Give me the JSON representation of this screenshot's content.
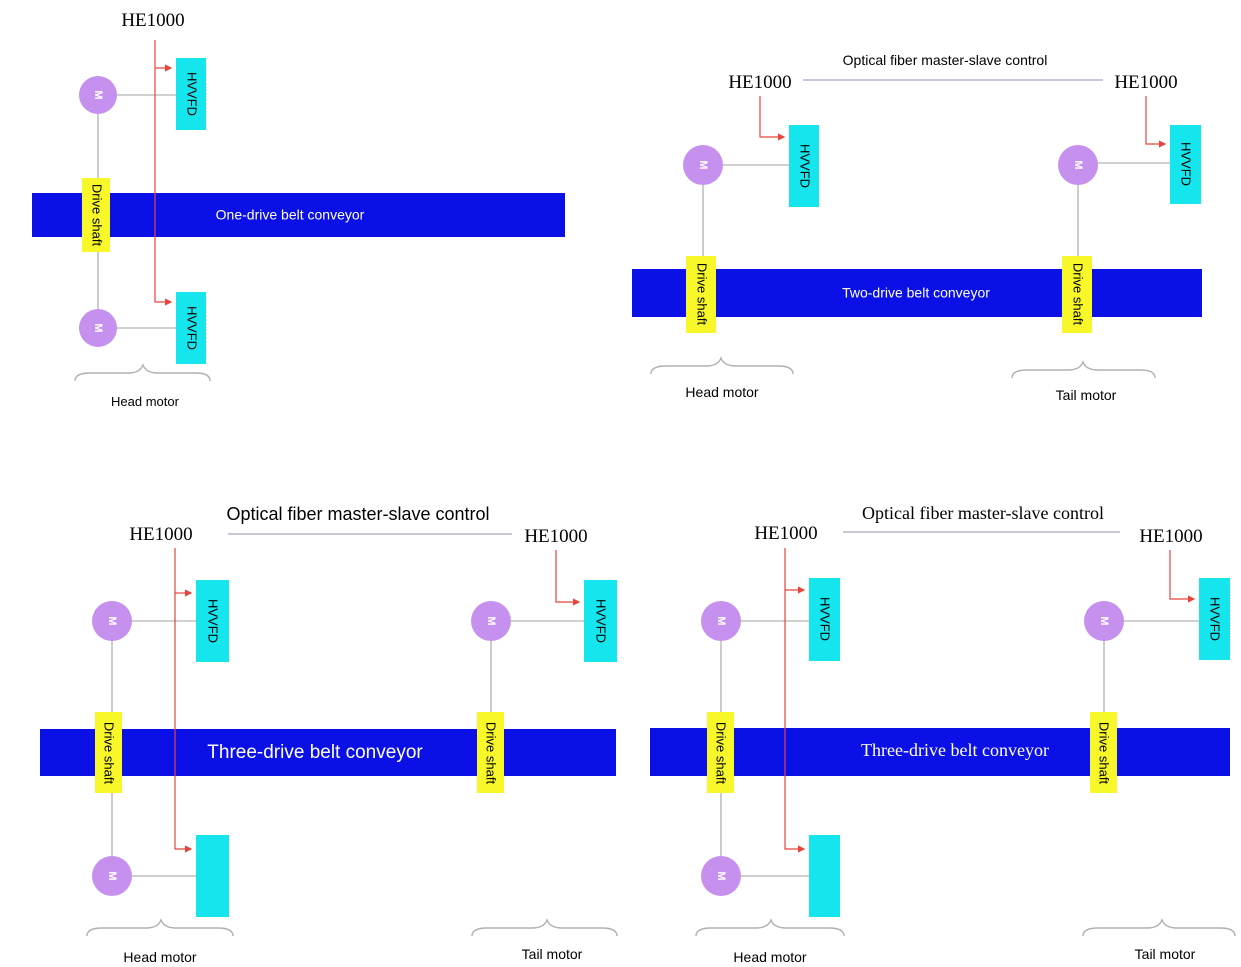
{
  "colors": {
    "belt": "#0a10e6",
    "vfd": "#15e6ee",
    "motor": "#c690ee",
    "shaft_label": "#f7f72a",
    "signal_line": "#e8443c",
    "connector": "#c0c0c0",
    "fiber_line": "#c8c8d8",
    "brace": "#b0b0b0"
  },
  "diagrams": [
    {
      "controller_label": "HE1000",
      "belt_label": "One-drive belt conveyor",
      "shaft_label": "Drive shaft",
      "motor_symbol": "M",
      "vfd_labels": [
        "HVVFD",
        "HVVFD"
      ],
      "head_motor_label": "Head motor"
    },
    {
      "fiber_label": "Optical fiber master-slave control",
      "controller_labels": [
        "HE1000",
        "HE1000"
      ],
      "belt_label": "Two-drive belt conveyor",
      "shaft_labels": [
        "Drive shaft",
        "Drive shaft"
      ],
      "motor_symbol": "M",
      "vfd_labels": [
        "HVVFD",
        "HVVFD"
      ],
      "head_motor_label": "Head motor",
      "tail_motor_label": "Tail motor"
    },
    {
      "fiber_label": "Optical fiber master-slave control",
      "controller_labels": [
        "HE1000",
        "HE1000"
      ],
      "belt_label": "Three-drive belt conveyor",
      "shaft_labels": [
        "Drive shaft",
        "Drive shaft"
      ],
      "motor_symbol": "M",
      "vfd_labels": [
        "HVVFD",
        "",
        "HVVFD"
      ],
      "head_motor_label": "Head motor",
      "tail_motor_label": "Tail motor"
    },
    {
      "fiber_label": "Optical fiber master-slave control",
      "controller_labels": [
        "HE1000",
        "HE1000"
      ],
      "belt_label": "Three-drive belt conveyor",
      "shaft_labels": [
        "Drive shaft",
        "Drive shaft"
      ],
      "motor_symbol": "M",
      "vfd_labels": [
        "HVVFD",
        "",
        "HVVFD"
      ],
      "head_motor_label": "Head motor",
      "tail_motor_label": "Tail motor"
    }
  ]
}
